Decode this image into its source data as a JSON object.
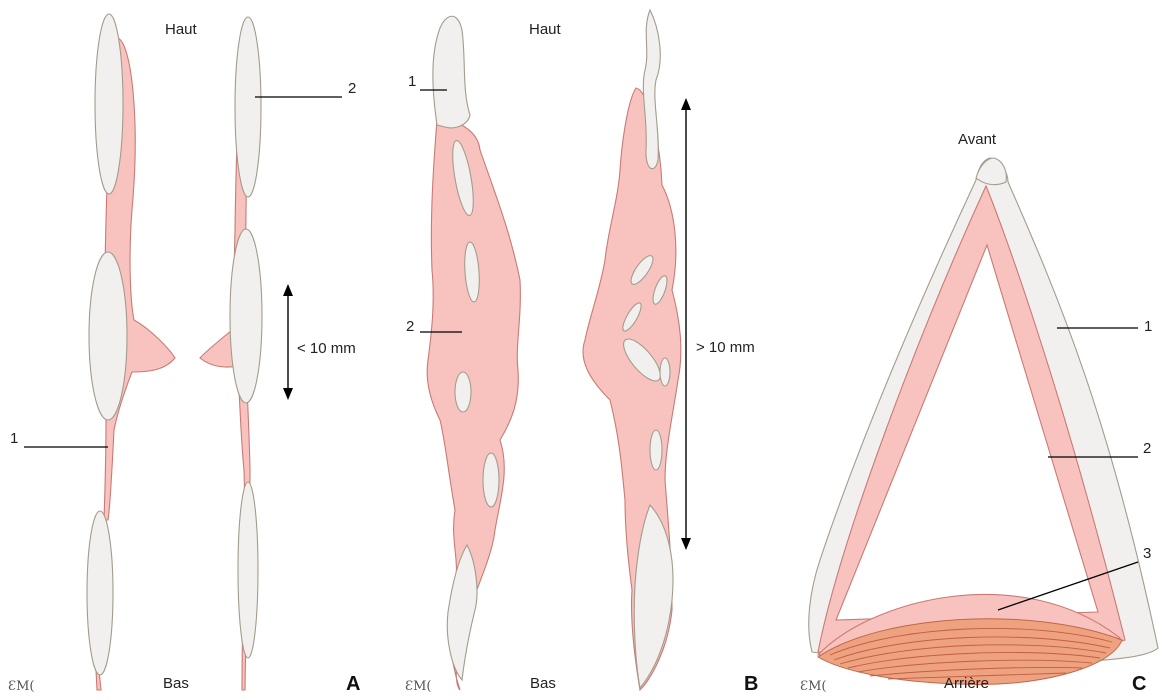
{
  "panels": {
    "a": {
      "letter": "A",
      "top": "Haut",
      "bottom": "Bas",
      "gap_label": "< 10 mm",
      "callouts": [
        "1",
        "2"
      ]
    },
    "b": {
      "letter": "B",
      "top": "Haut",
      "bottom": "Bas",
      "gap_label": "> 10 mm",
      "callouts": [
        "1",
        "2"
      ]
    },
    "c": {
      "letter": "C",
      "top": "Avant",
      "bottom": "Arrière",
      "callouts": [
        "1",
        "2",
        "3"
      ]
    }
  },
  "colors": {
    "soft_tissue": "#f8c3bf",
    "soft_tissue_outline": "#c97a74",
    "cartilage": "#f1f0ee",
    "cartilage_outline": "#a39c8c",
    "muscle_band": "#eea27f"
  },
  "icons": [
    "emc-logo-icon"
  ]
}
